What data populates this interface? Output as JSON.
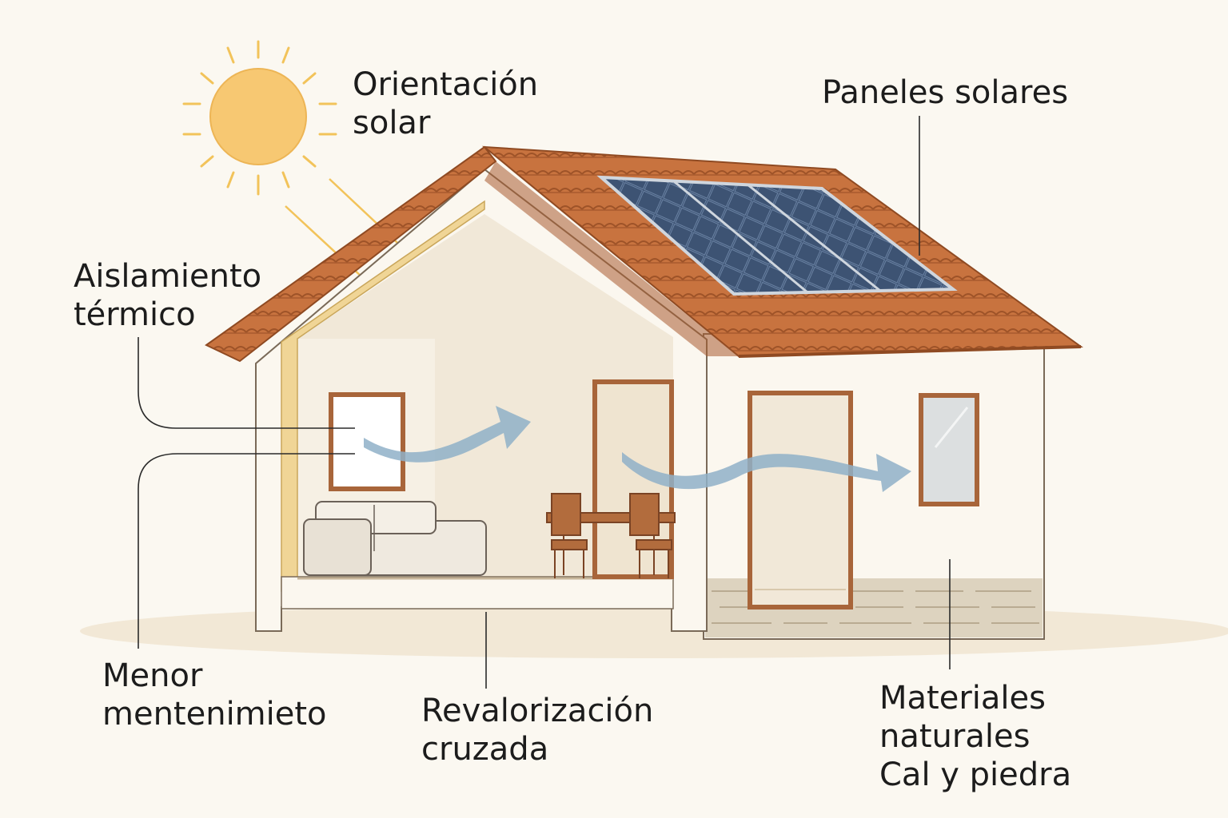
{
  "labels": {
    "orientation": {
      "line1": "Orientación",
      "line2": "solar"
    },
    "panels": {
      "line1": "Paneles solares"
    },
    "insulation": {
      "line1": "Aislamiento",
      "line2": "térmico"
    },
    "maintenance": {
      "line1": "Menor",
      "line2": "mentenimieto"
    },
    "revaluation": {
      "line1": "Revalorización",
      "line2": "cruzada"
    },
    "materials": {
      "line1": "Materiales",
      "line2": "naturales",
      "line3": "Cal y piedra"
    }
  },
  "colors": {
    "background": "#fbf8f1",
    "sun": "#f7c872",
    "sun_ray": "#f2c35a",
    "roof_tile": "#c8733f",
    "wall": "#fbf7ef",
    "interior": "#f1e8d8",
    "wood": "#a8653a",
    "solar_panel": "#3d5373",
    "airflow": "#8fb0c8",
    "stone": "#ddd3bf",
    "leader_line": "#2a2a2a"
  },
  "icons": {
    "sun": "sun-icon",
    "solar_panel": "solar-panel-icon",
    "airflow": "airflow-arrow-icon",
    "sofa": "sofa-icon",
    "table": "dining-table-icon"
  }
}
